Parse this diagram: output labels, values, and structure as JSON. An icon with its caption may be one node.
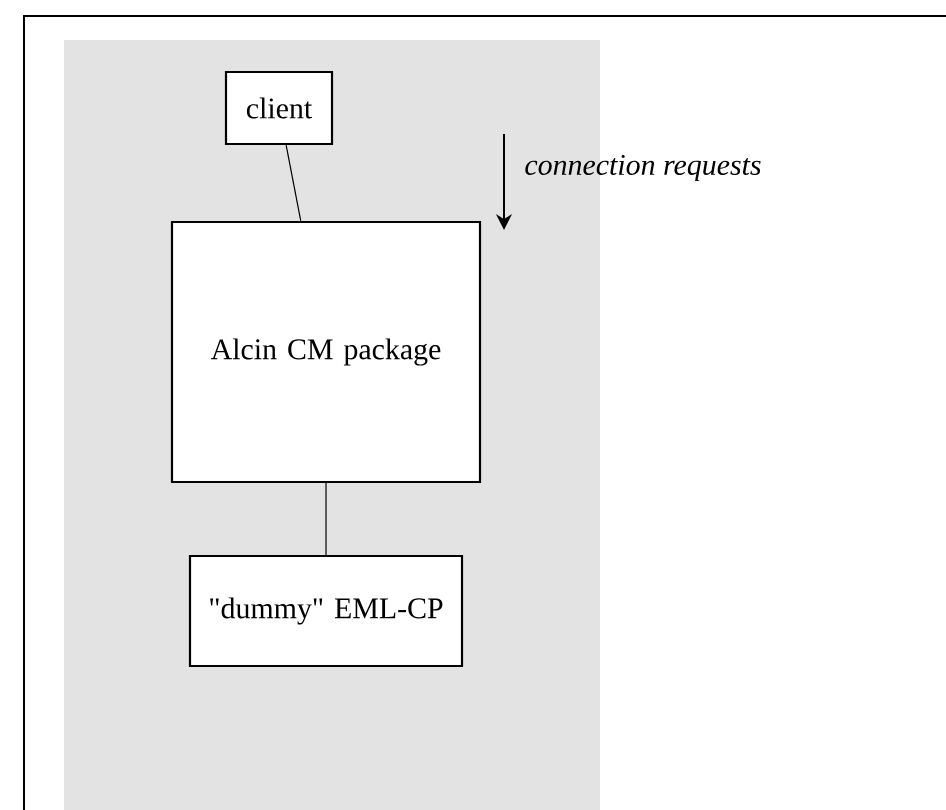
{
  "diagram": {
    "nodes": [
      {
        "text": [
          "client"
        ]
      },
      {
        "text": [
          "Alcin CM package"
        ]
      },
      {
        "text": [
          "\"dummy\" EML-CP"
        ]
      }
    ],
    "edges": [
      {
        "from": 0,
        "to": 1,
        "arrow": "none"
      },
      {
        "from": 1,
        "to": 2,
        "arrow": "none"
      }
    ],
    "labels": [
      "connection requests"
    ]
  }
}
